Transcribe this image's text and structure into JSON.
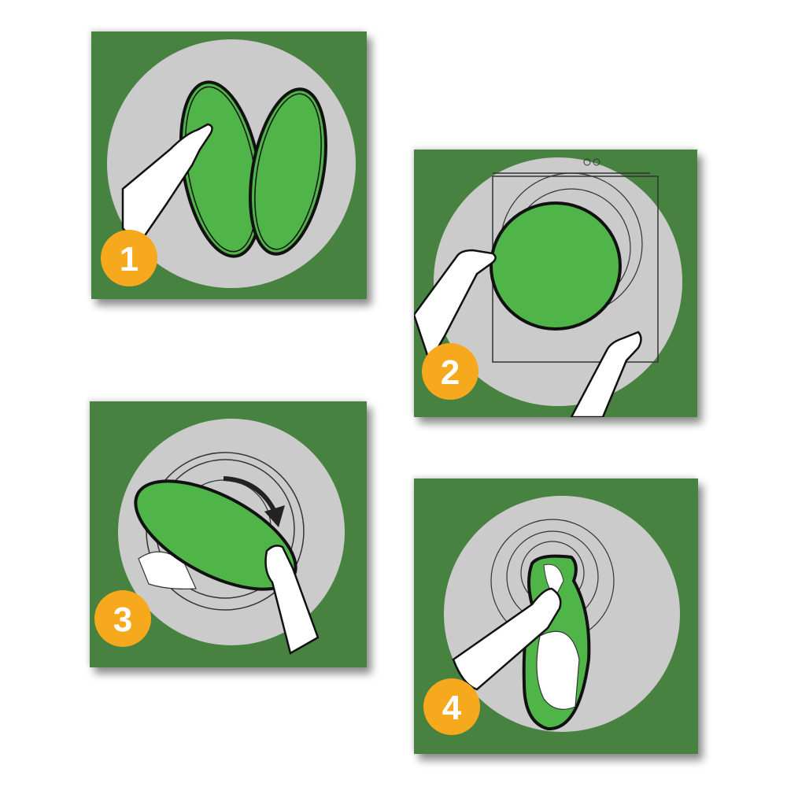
{
  "colors": {
    "panel_bg": "#478240",
    "circle_bg": "#cccbcc",
    "bag_green": "#4fb548",
    "badge_orange": "#f6a91c",
    "outline": "#111111",
    "hand": "#ffffff"
  },
  "steps": [
    {
      "number": "1",
      "description": "hand holding open folded green wash bag (two oval halves)"
    },
    {
      "number": "2",
      "description": "two hands placing round green wash bag against washing machine drum opening"
    },
    {
      "number": "3",
      "description": "hand rotating green bag into drum with clockwise arrow, laundry at bottom"
    },
    {
      "number": "4",
      "description": "hand gathering green bag closed around laundry inside drum"
    }
  ]
}
